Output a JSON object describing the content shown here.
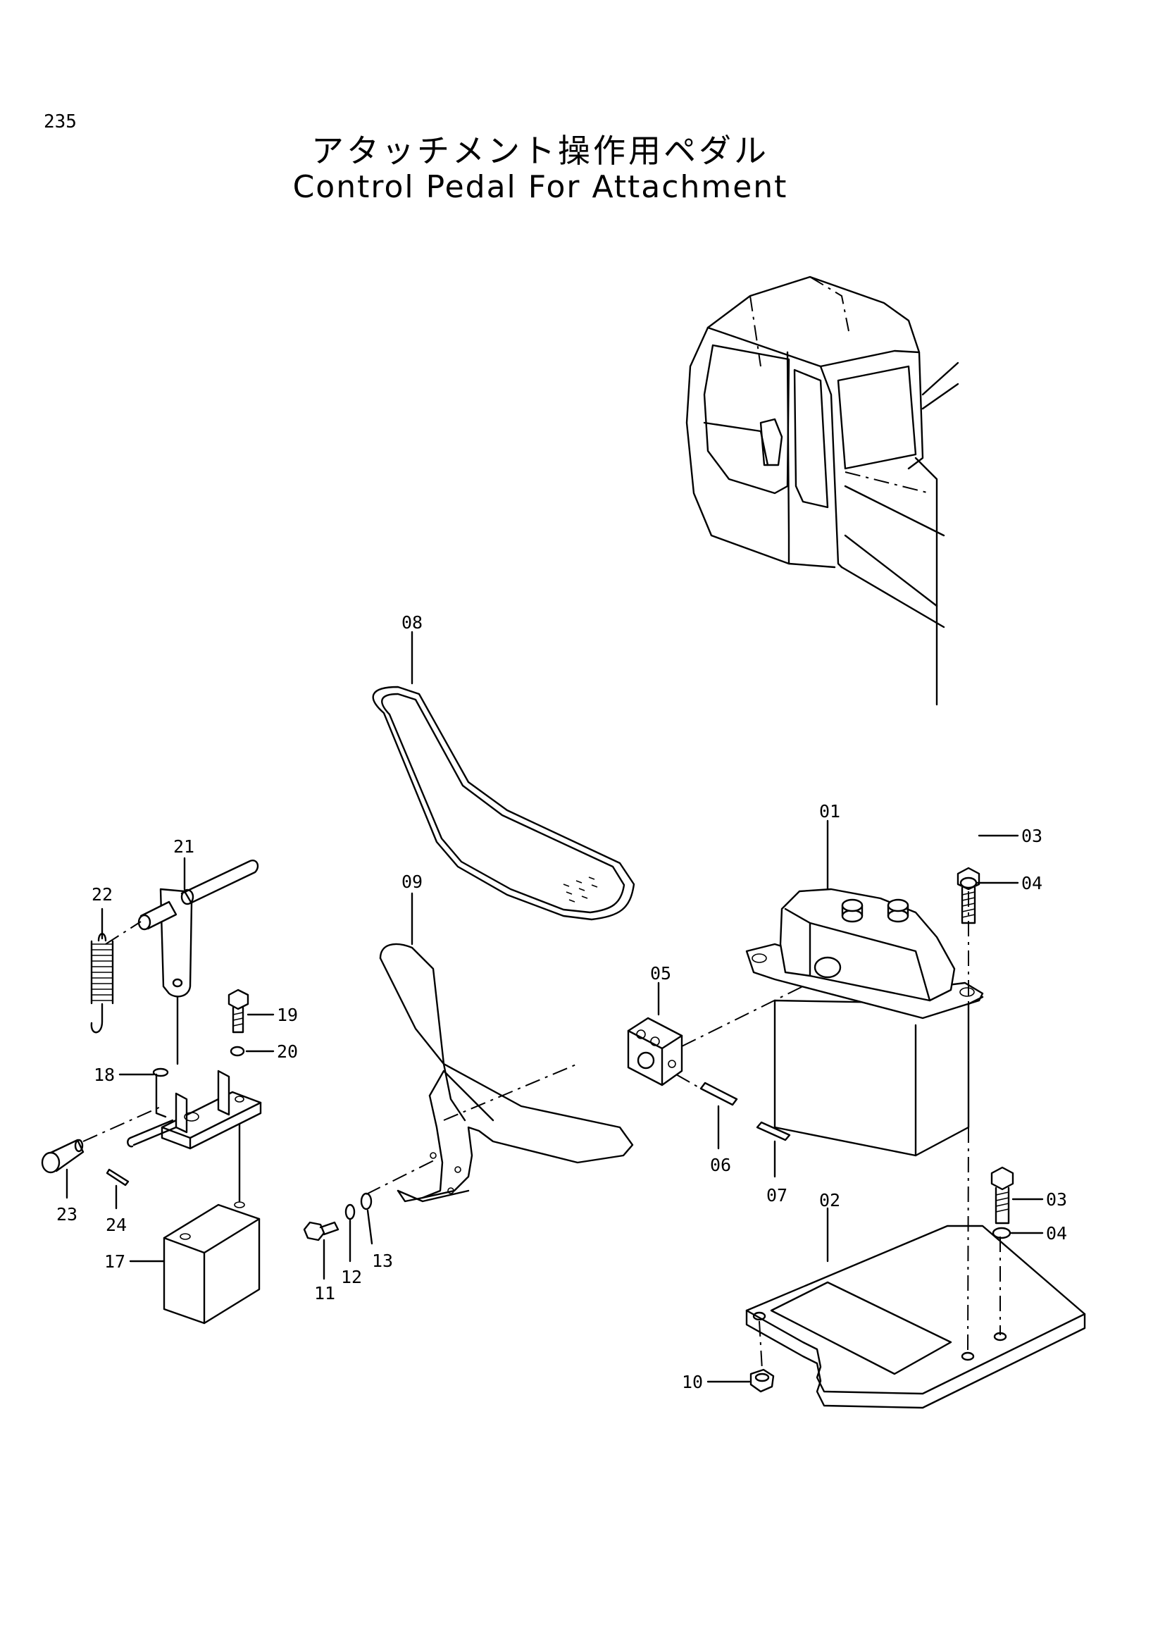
{
  "page_number": "235",
  "title_ja": "アタッチメント操作用ペダル",
  "title_en": "Control Pedal For Attachment",
  "callouts": {
    "c01": "01",
    "c02": "02",
    "c03a": "03",
    "c03b": "03",
    "c04a": "04",
    "c04b": "04",
    "c05": "05",
    "c06": "06",
    "c07": "07",
    "c08": "08",
    "c09": "09",
    "c10": "10",
    "c11": "11",
    "c12": "12",
    "c13": "13",
    "c17": "17",
    "c18": "18",
    "c19": "19",
    "c20": "20",
    "c21": "21",
    "c22": "22",
    "c23": "23",
    "c24": "24"
  }
}
